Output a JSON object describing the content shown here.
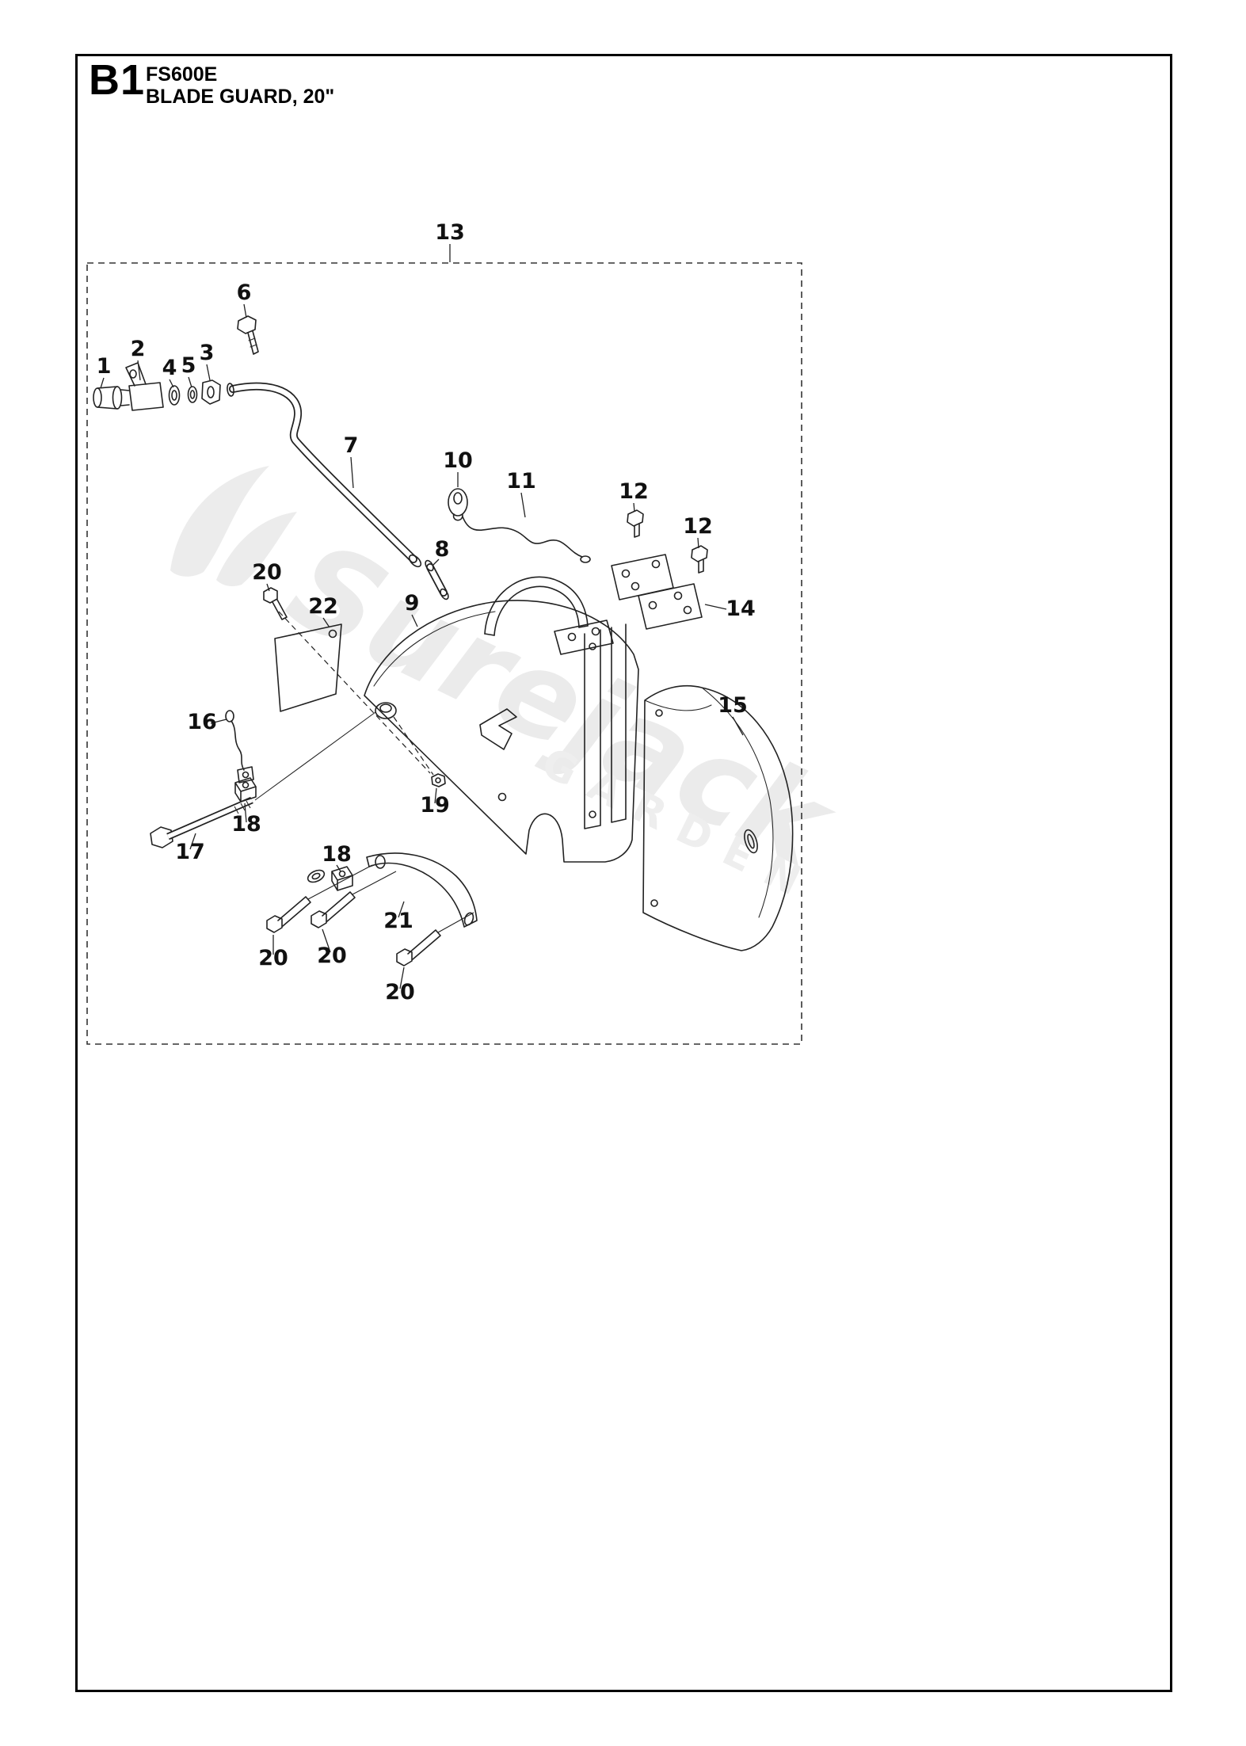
{
  "page": {
    "section_code": "B1",
    "model": "FS600E",
    "title": "BLADE GUARD, 20\"",
    "watermark_main": "Surejack",
    "watermark_sub": "GARDEN"
  },
  "callouts": [
    "13",
    "6",
    "2",
    "1",
    "4",
    "5",
    "3",
    "7",
    "10",
    "11",
    "12",
    "12",
    "8",
    "20",
    "22",
    "9",
    "14",
    "15",
    "16",
    "19",
    "18",
    "17",
    "18",
    "21",
    "20",
    "20",
    "20"
  ]
}
